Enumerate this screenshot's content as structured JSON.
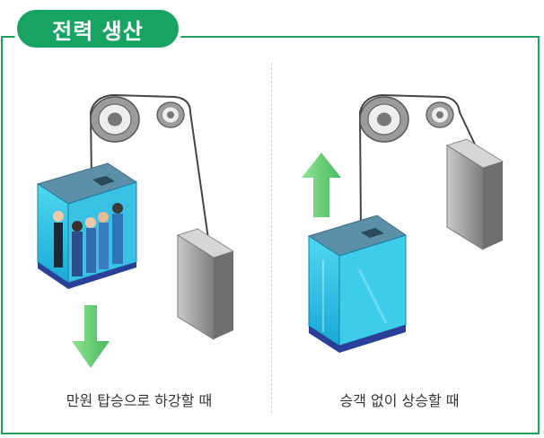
{
  "title": "전력 생산",
  "left_caption": "만원 탑승으로 하강할 때",
  "right_caption": "승객 없이 상승할 때",
  "colors": {
    "accent": "#17a463",
    "arrow_green": "#6dd27a",
    "cabin_blue": "#35c8e6",
    "counterweight_gray": "#9a9a9a"
  },
  "icons": {
    "down_arrow": "down-arrow-icon",
    "up_arrow": "up-arrow-icon"
  }
}
